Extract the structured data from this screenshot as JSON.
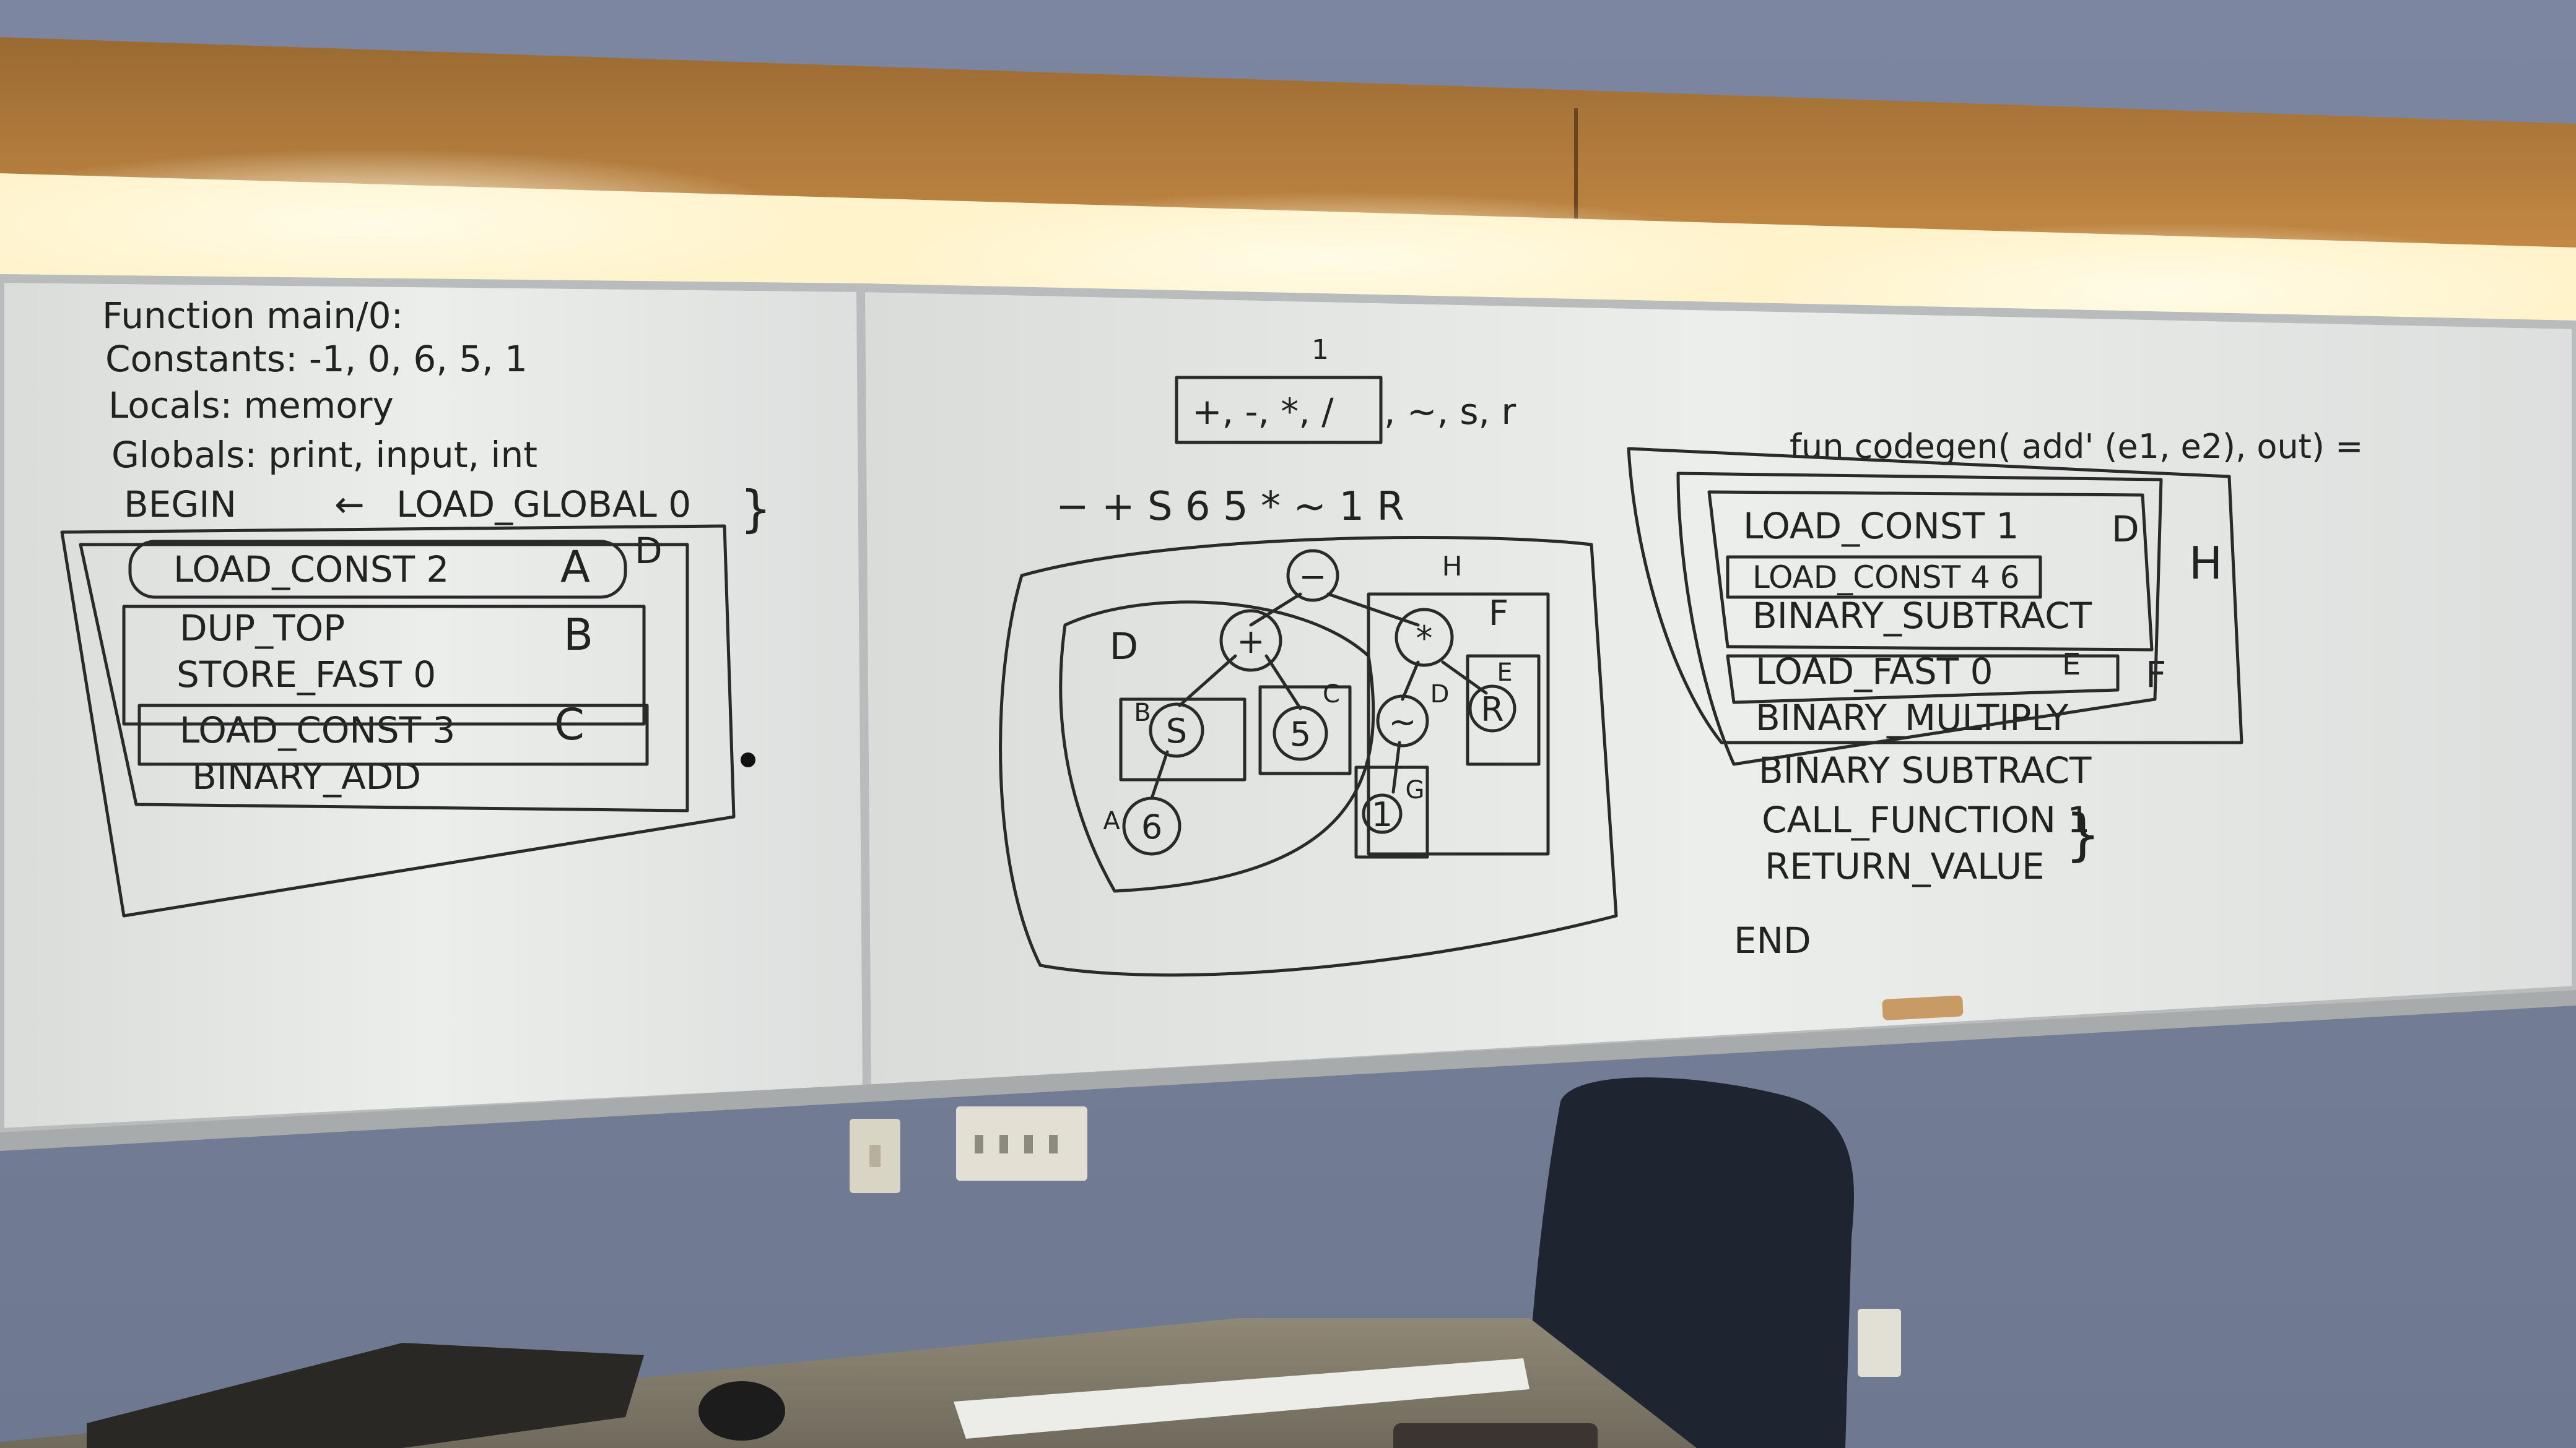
{
  "left_board": {
    "header": [
      "Function main/0:",
      "Constants: -1, 0, 6, 5, 1",
      "Locals: memory",
      "Globals: print, input, int"
    ],
    "begin_line": {
      "begin": "BEGIN",
      "arrow": "←",
      "instr": "LOAD_GLOBAL 0"
    },
    "box_a": {
      "instr": "LOAD_CONST 2",
      "tag": "A"
    },
    "box_b": {
      "line1": "DUP_TOP",
      "line2": "STORE_FAST 0",
      "tag": "B"
    },
    "box_c": {
      "instr": "LOAD_CONST 3",
      "tag": "C"
    },
    "after": "BINARY_ADD",
    "outer_tag": "D"
  },
  "middle_board": {
    "tick": "1",
    "ops_boxed": "+, -, *, /",
    "ops_rest": ", ~, s, r",
    "prefix_seq": "− + S 6 5 * ~ 1 R",
    "tree": {
      "root": "−",
      "plus": "+",
      "times": "*",
      "s": "S",
      "six": "6",
      "five": "5",
      "tilde": "~",
      "one": "1",
      "r": "R"
    },
    "region_tags": {
      "a": "A",
      "b": "B",
      "c": "C",
      "d": "D",
      "e": "E",
      "f": "F",
      "g": "G",
      "h": "H",
      "d2": "D"
    }
  },
  "right_board": {
    "title": "fun codegen( add' (e1, e2), out) =",
    "lines": [
      "LOAD_CONST 1",
      "LOAD_CONST 4 6",
      "BINARY_SUBTRACT",
      "LOAD_FAST 0",
      "BINARY_MULTIPLY",
      "BINARY SUBTRACT",
      "CALL_FUNCTION 1",
      "RETURN_VALUE",
      "END"
    ],
    "tags": {
      "d": "D",
      "e": "E",
      "f": "F",
      "h": "H"
    }
  },
  "colors": {
    "wall": "#8a93a8",
    "board": "#e6e8e6",
    "wood": "#b87a34",
    "light": "#fff6d8",
    "marker": "#2a2a2a"
  }
}
